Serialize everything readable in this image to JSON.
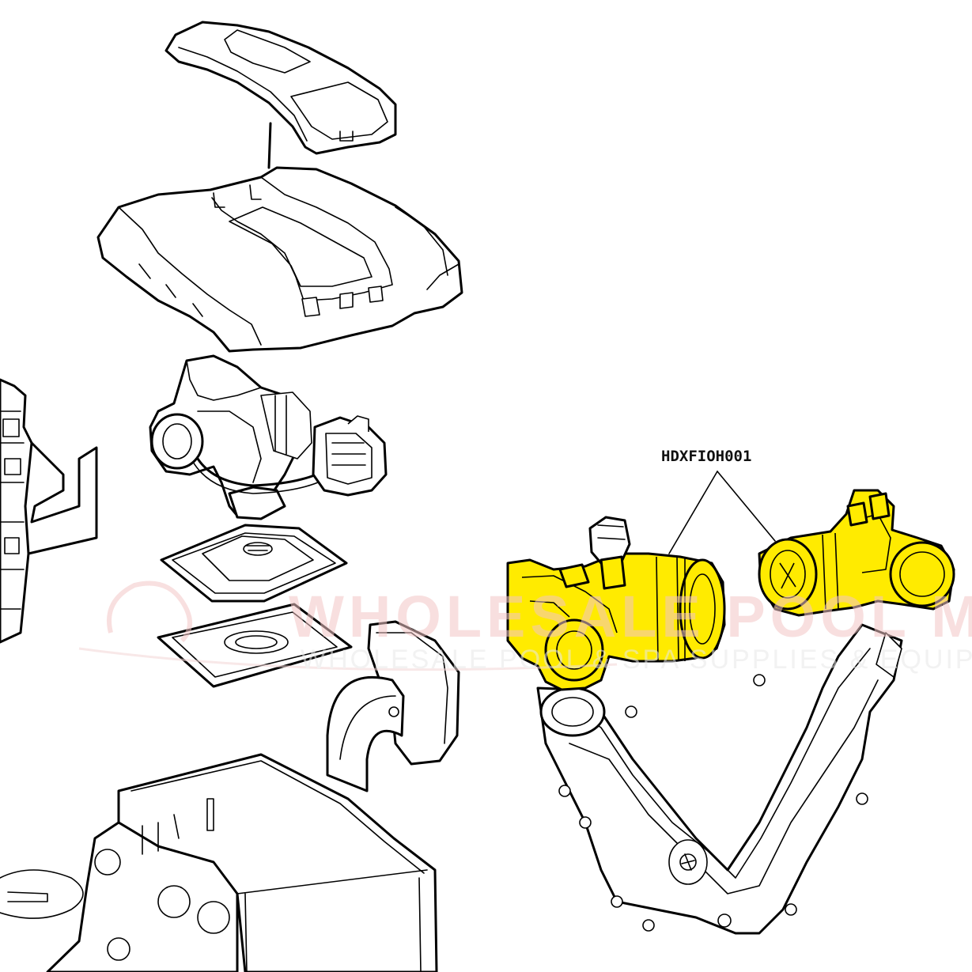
{
  "callout": {
    "part_number": "HDXFIOH001"
  },
  "watermark": {
    "brand": "WHOLESALE POOL MART",
    "tagline": "WHOLESALE POOL & SPA SUPPLIES & EQUIPMENT"
  },
  "colors": {
    "highlight": "#FFEB00",
    "line": "#000000",
    "background": "#FFFFFF",
    "watermark": "#F3D7D7"
  },
  "parts": [
    "top-access-panel",
    "cabinet-cover",
    "blower-assembly",
    "gas-valve",
    "burner-tray",
    "burner-gasket",
    "exhaust-elbow",
    "heat-exchanger-cabinet",
    "inlet-outlet-header",
    "water-manifold"
  ]
}
